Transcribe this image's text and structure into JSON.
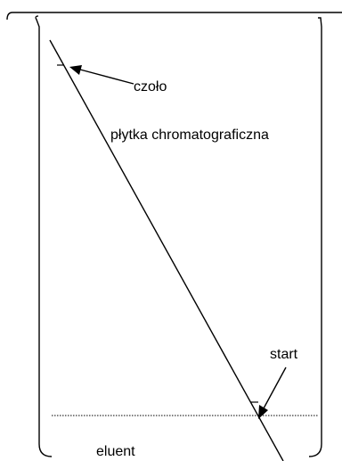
{
  "labels": {
    "front": "czoło",
    "plate": "płytka chromatograficzna",
    "start": "start",
    "eluent": "eluent"
  },
  "colors": {
    "line": "#000000",
    "background": "#ffffff"
  }
}
